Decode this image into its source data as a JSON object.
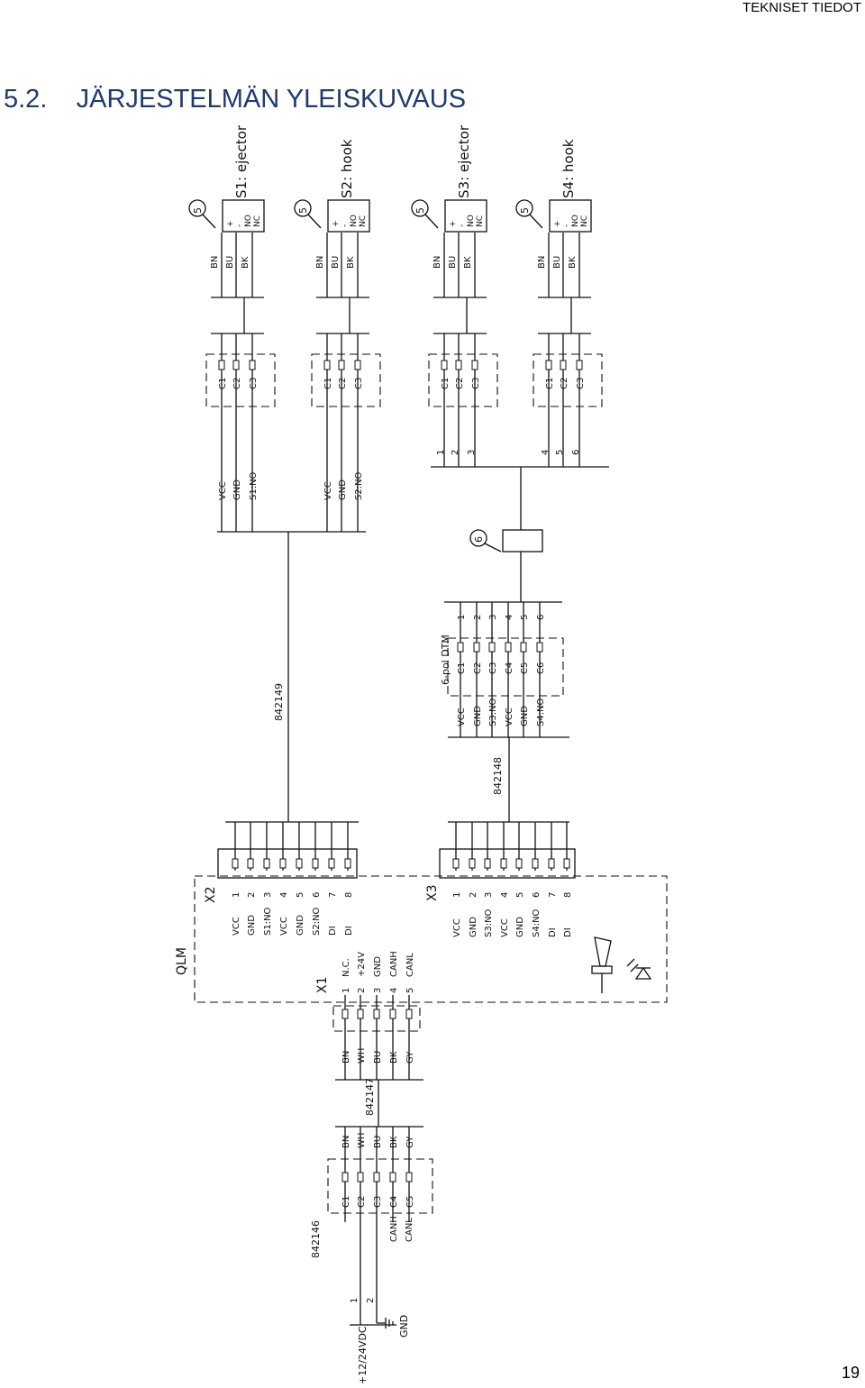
{
  "header": {
    "section": "TEKNISET TIEDOT"
  },
  "page": {
    "title": "5.2.    JÄRJESTELMÄN YLEISKUVAUS",
    "number": "19"
  },
  "sensors": [
    {
      "name": "S1: ejector",
      "callout": "5",
      "contacts": [
        "+",
        "-",
        "NO",
        "NC"
      ],
      "wires": [
        "BN",
        "BU",
        "BK"
      ],
      "pins": [
        "C1",
        "C2",
        "C3"
      ],
      "signals": [
        "VCC",
        "GND",
        "S1:NO"
      ]
    },
    {
      "name": "S2: hook",
      "callout": "5",
      "contacts": [
        "+",
        "-",
        "NO",
        "NC"
      ],
      "wires": [
        "BN",
        "BU",
        "BK"
      ],
      "pins": [
        "C1",
        "C2",
        "C3"
      ],
      "signals": [
        "VCC",
        "GND",
        "S2:NO"
      ]
    },
    {
      "name": "S3: ejector",
      "callout": "5",
      "contacts": [
        "+",
        "-",
        "NO",
        "NC"
      ],
      "wires": [
        "BN",
        "BU",
        "BK"
      ],
      "pins": [
        "C1",
        "C2",
        "C3"
      ],
      "numbers": [
        "1",
        "2",
        "3"
      ]
    },
    {
      "name": "S4: hook",
      "callout": "5",
      "contacts": [
        "+",
        "-",
        "NO",
        "NC"
      ],
      "wires": [
        "BN",
        "BU",
        "BK"
      ],
      "pins": [
        "C1",
        "C2",
        "C3"
      ],
      "numbers": [
        "4",
        "5",
        "6"
      ]
    }
  ],
  "splitter": {
    "callout": "6"
  },
  "dtm": {
    "label": "6-pol DTM",
    "numbers": [
      "1",
      "2",
      "3",
      "4",
      "5",
      "6"
    ],
    "pins": [
      "C1",
      "C2",
      "C3",
      "C4",
      "C5",
      "C6"
    ],
    "signals": [
      "VCC",
      "GND",
      "S3:NO",
      "VCC",
      "GND",
      "S4:NO"
    ]
  },
  "cables": {
    "c1": "842149",
    "c2": "842148",
    "c3": "842147",
    "c4": "842146"
  },
  "module": {
    "label": "QLM",
    "x2": {
      "label": "X2",
      "numbers": [
        "1",
        "2",
        "3",
        "4",
        "5",
        "6",
        "7",
        "8"
      ],
      "signals": [
        "VCC",
        "GND",
        "S1:NO",
        "VCC",
        "GND",
        "S2:NO",
        "DI",
        "DI"
      ]
    },
    "x3": {
      "label": "X3",
      "numbers": [
        "1",
        "2",
        "3",
        "4",
        "5",
        "6",
        "7",
        "8"
      ],
      "signals": [
        "VCC",
        "GND",
        "S3:NO",
        "VCC",
        "GND",
        "S4:NO",
        "DI",
        "DI"
      ]
    },
    "x1": {
      "label": "X1",
      "numbers": [
        "1",
        "2",
        "3",
        "4",
        "5"
      ],
      "signals": [
        "N.C.",
        "+24V",
        "GND",
        "CANH",
        "CANL"
      ],
      "wires": [
        "BN",
        "WH",
        "BU",
        "BK",
        "GY"
      ]
    }
  },
  "supply": {
    "wires": [
      "BN",
      "WH",
      "BU",
      "BK",
      "GY"
    ],
    "pins": [
      "C1",
      "C2",
      "C3",
      "C4",
      "C5"
    ],
    "signals": [
      "CANH",
      "CANL"
    ],
    "numbers": [
      "1",
      "2"
    ],
    "voltage": "+12/24VDC",
    "ground": "GND"
  }
}
